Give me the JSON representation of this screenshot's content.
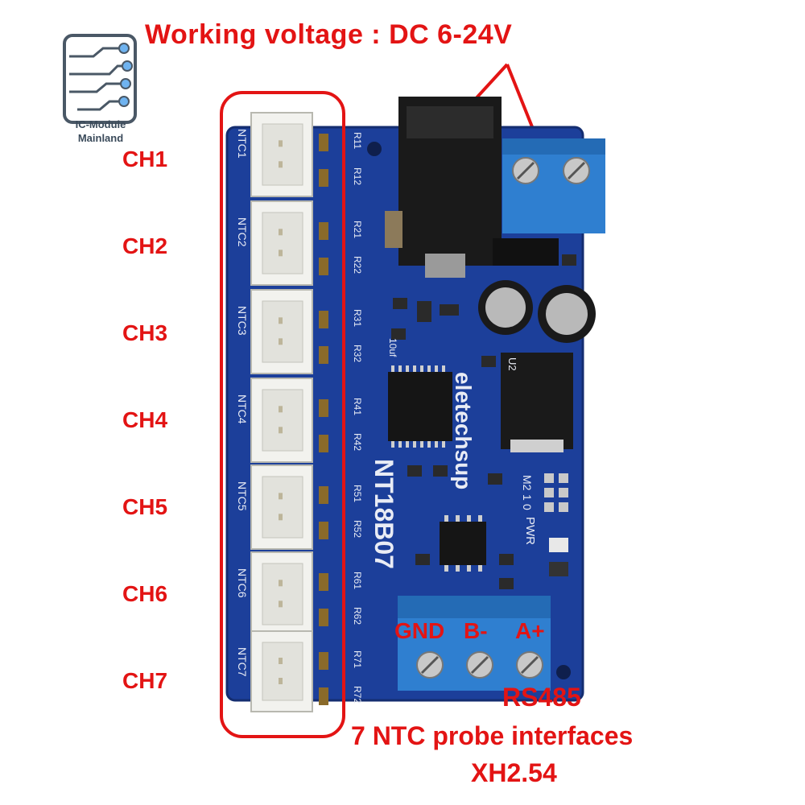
{
  "headline": "Working voltage : DC 6-24V",
  "logo": {
    "line1": "IC-Module",
    "line2": "Mainland"
  },
  "channels": [
    "CH1",
    "CH2",
    "CH3",
    "CH4",
    "CH5",
    "CH6",
    "CH7"
  ],
  "board": {
    "brand": "eletechsup",
    "model": "NT18B07",
    "pwr_label": "PWR",
    "cap_label": "10uf",
    "u2_label": "U2",
    "mode_labels": [
      "M2",
      "1",
      "0"
    ],
    "connectors": [
      "NTC1",
      "NTC2",
      "NTC3",
      "NTC4",
      "NTC5",
      "NTC6",
      "NTC7"
    ],
    "resistors": [
      [
        "R11",
        "R12"
      ],
      [
        "R21",
        "R22"
      ],
      [
        "R31",
        "R32"
      ],
      [
        "R41",
        "R42"
      ],
      [
        "R51",
        "R52"
      ],
      [
        "R61",
        "R62"
      ],
      [
        "R71",
        "R72"
      ]
    ]
  },
  "rs485_pins": [
    "GND",
    "B-",
    "A+"
  ],
  "captions": {
    "rs485": "RS485",
    "probes": "7 NTC probe interfaces",
    "connector_type": "XH2.54"
  },
  "colors": {
    "annotation_red": "#e31414",
    "pcb_blue": "#1c3f9a",
    "terminal_blue": "#2f7fd0",
    "connector_white": "#f2f2ee"
  }
}
